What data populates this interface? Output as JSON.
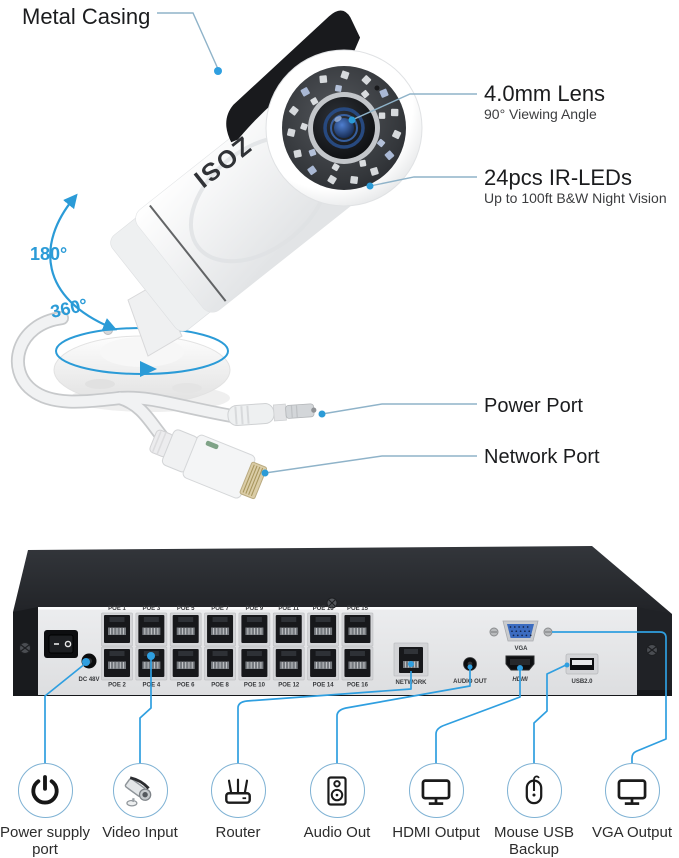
{
  "colors": {
    "accent_blue": "#2b9bd7",
    "connector_line_blue": "#2f9fe0",
    "leader_gray_blue": "#8fb3c9",
    "vga_port_blue": "#3c6cc0"
  },
  "camera_section": {
    "brand": "ZOSI",
    "metal_casing": "Metal Casing",
    "lens": {
      "title": "4.0mm Lens",
      "subtitle": "90° Viewing Angle"
    },
    "ir_leds": {
      "title": "24pcs IR-LEDs",
      "subtitle": "Up to 100ft B&W Night Vision"
    },
    "power_port": "Power Port",
    "network_port": "Network Port",
    "rotation_vertical": "180°",
    "rotation_horizontal": "360°"
  },
  "nvr_section": {
    "dc_label": "DC 48V",
    "poe_ports": [
      "POE 1",
      "POE 2",
      "POE 3",
      "POE 4",
      "POE 5",
      "POE 6",
      "POE 7",
      "POE 8",
      "POE 9",
      "POE 10",
      "POE 11",
      "POE 12",
      "POE 13",
      "POE 14",
      "POE 15",
      "POE 16"
    ],
    "network_label": "NETWORK",
    "audio_label": "AUDIO OUT",
    "hdmi_label": "HDMI",
    "vga_label": "VGA",
    "usb_label": "USB2.0"
  },
  "legend": {
    "items": [
      {
        "icon": "power-icon",
        "label": "Power supply port"
      },
      {
        "icon": "video-input-icon",
        "label": "Video Input"
      },
      {
        "icon": "router-icon",
        "label": "Router"
      },
      {
        "icon": "audio-out-icon",
        "label": "Audio Out"
      },
      {
        "icon": "hdmi-output-icon",
        "label": "HDMI Output"
      },
      {
        "icon": "mouse-usb-icon",
        "label": "Mouse USB Backup"
      },
      {
        "icon": "vga-output-icon",
        "label": "VGA Output"
      }
    ]
  }
}
